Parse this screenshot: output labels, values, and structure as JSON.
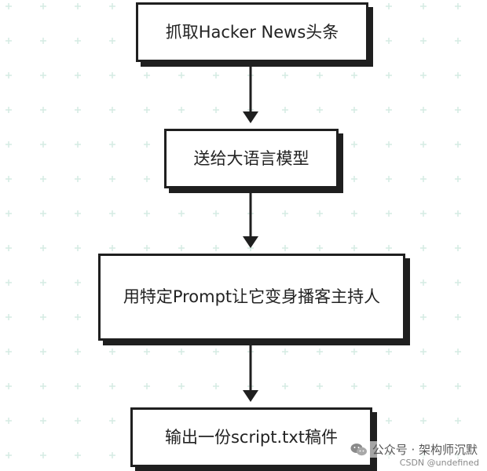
{
  "diagram": {
    "nodes": [
      {
        "id": "n1",
        "label": "抓取Hacker News头条"
      },
      {
        "id": "n2",
        "label": "送给大语言模型"
      },
      {
        "id": "n3",
        "label": "用特定Prompt让它变身播客主持人"
      },
      {
        "id": "n4",
        "label": "输出一份script.txt稿件"
      }
    ],
    "edges": [
      {
        "from": "n1",
        "to": "n2"
      },
      {
        "from": "n2",
        "to": "n3"
      },
      {
        "from": "n3",
        "to": "n4"
      }
    ],
    "colors": {
      "stroke": "#1f1f1f",
      "grid_plus": "#d7ece4",
      "background": "#ffffff"
    }
  },
  "watermark": {
    "icon": "wechat-icon",
    "text": "公众号 · 架构师沉默",
    "credit": "CSDN @undefined"
  }
}
